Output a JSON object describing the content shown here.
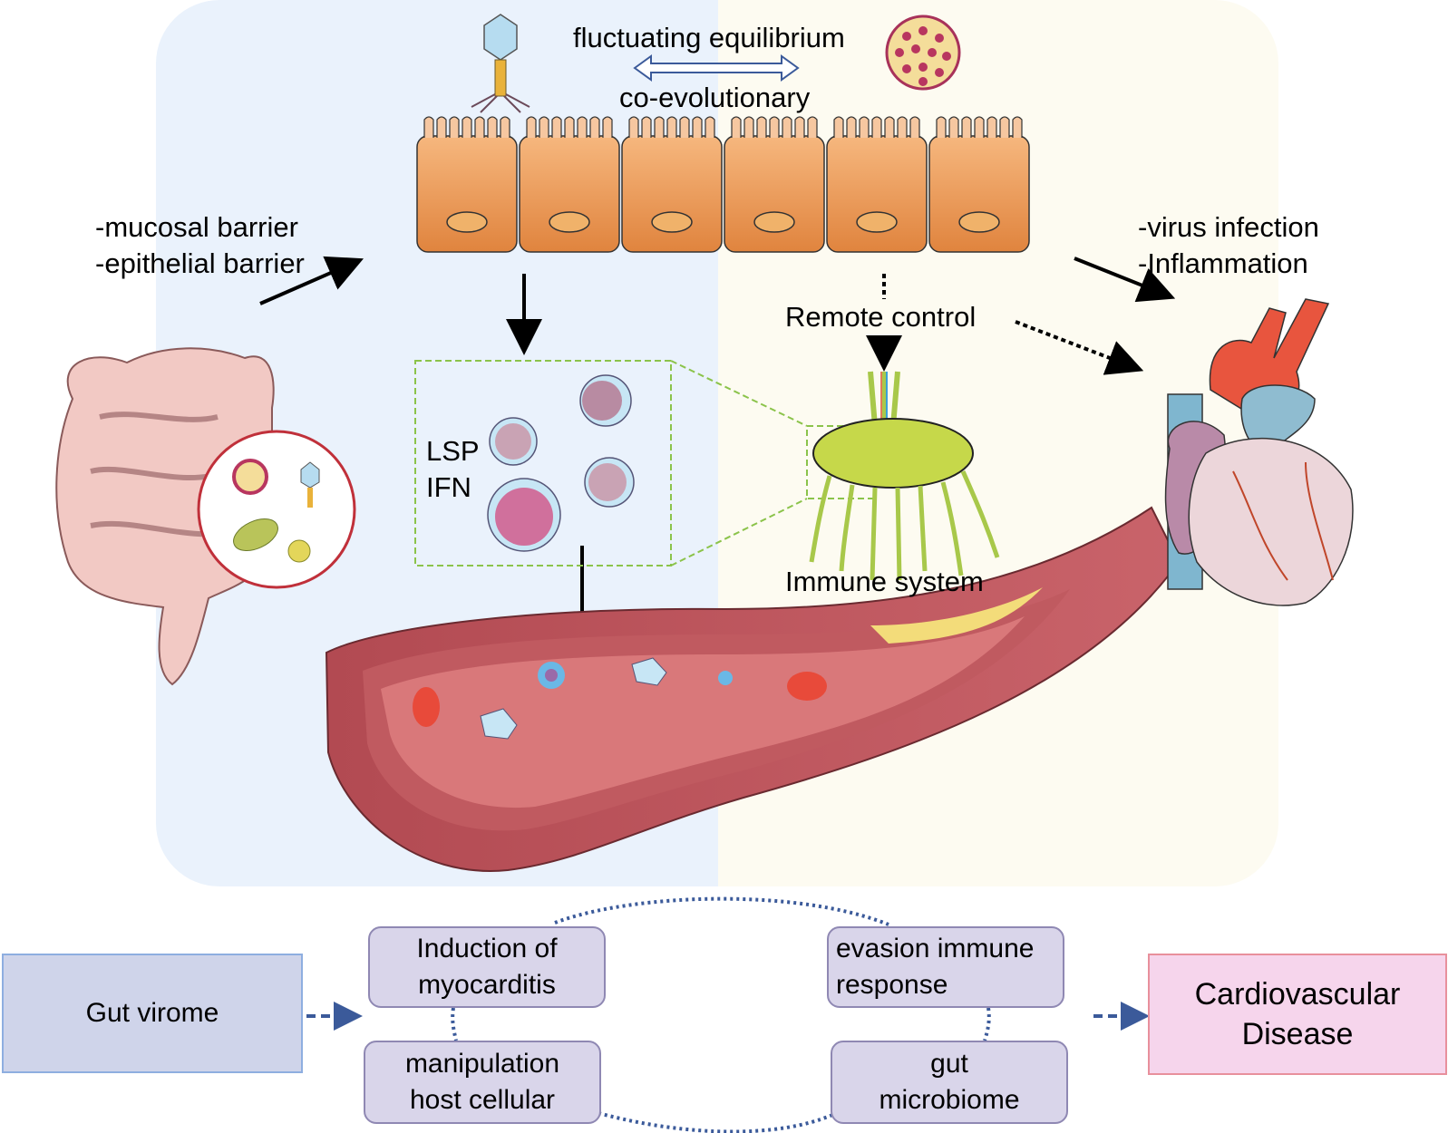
{
  "figure": {
    "top_labels": {
      "equilibrium": "fluctuating equilibrium",
      "coevolution": "co-evolutionary"
    },
    "left_barriers": [
      "-mucosal barrier",
      "-epithelial barrier"
    ],
    "right_effects": [
      "-virus infection",
      "-Inflammation"
    ],
    "remote_control": "Remote control",
    "immune_system": "Immune system",
    "cell_markers": [
      "LSP",
      "IFN"
    ],
    "illustrations": {
      "phage": "bacteriophage-icon",
      "virus": "virus-particle-icon",
      "epithelium": "intestinal-epithelium",
      "intestine": "intestine-icon",
      "microbes": "gut-microbes-inset",
      "immune_cells": "lymphocytes-inset",
      "lymph_node": "lymph-node-icon",
      "vessel": "blood-vessel-cross-section",
      "heart": "heart-icon"
    },
    "colors": {
      "left_panel": "#eaf2fc",
      "right_panel": "#fdfbf1",
      "flow_arrow": "#3b5a9a",
      "node_fill": "#d9d5ea",
      "source_fill": "#cfd4ea",
      "target_fill": "#f6d5ec",
      "target_border": "#e8909c"
    }
  },
  "flow": {
    "source": "Gut virome",
    "target": [
      "Cardiovascular",
      "Disease"
    ],
    "mechanisms": [
      {
        "line1": "Induction of",
        "line2": "myocarditis"
      },
      {
        "line1": "manipulation",
        "line2": "host cellular"
      },
      {
        "line1": "evasion immune",
        "line2": "response"
      },
      {
        "line1": "gut",
        "line2": "microbiome"
      }
    ]
  }
}
